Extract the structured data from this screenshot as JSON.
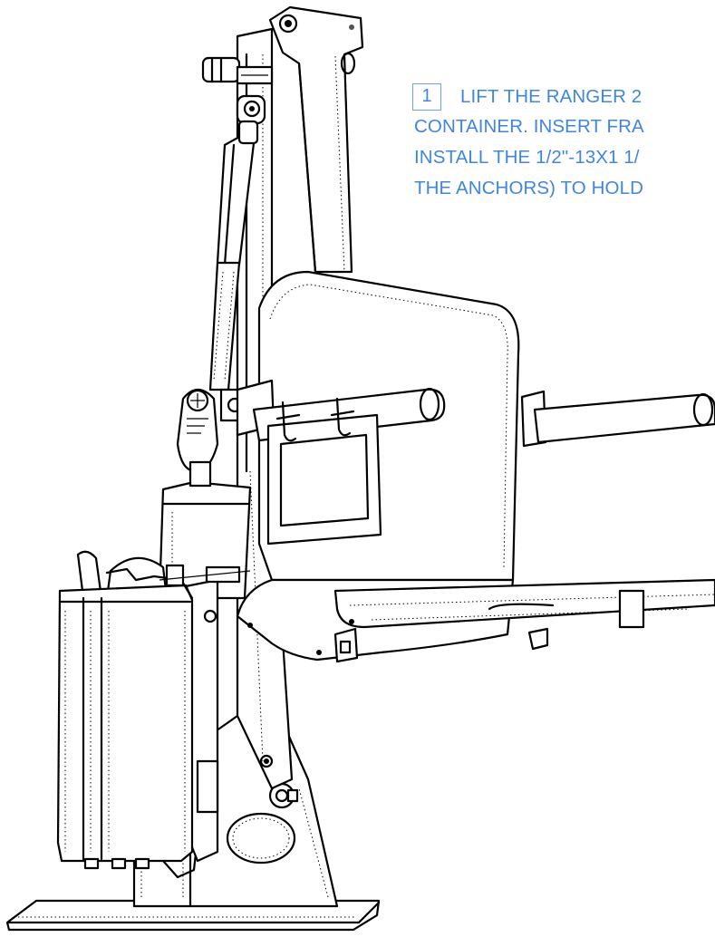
{
  "instruction": {
    "step_number": "1",
    "lines": [
      "LIFT THE RANGER 2",
      "CONTAINER.  INSERT FRA",
      "INSTALL THE 1/2\"-13X1 1/",
      "THE ANCHORS) TO HOLD"
    ]
  },
  "colors": {
    "instruction_text": "#3f86e0",
    "badge_border": "#6aa3e6",
    "line_art": "#000000"
  }
}
